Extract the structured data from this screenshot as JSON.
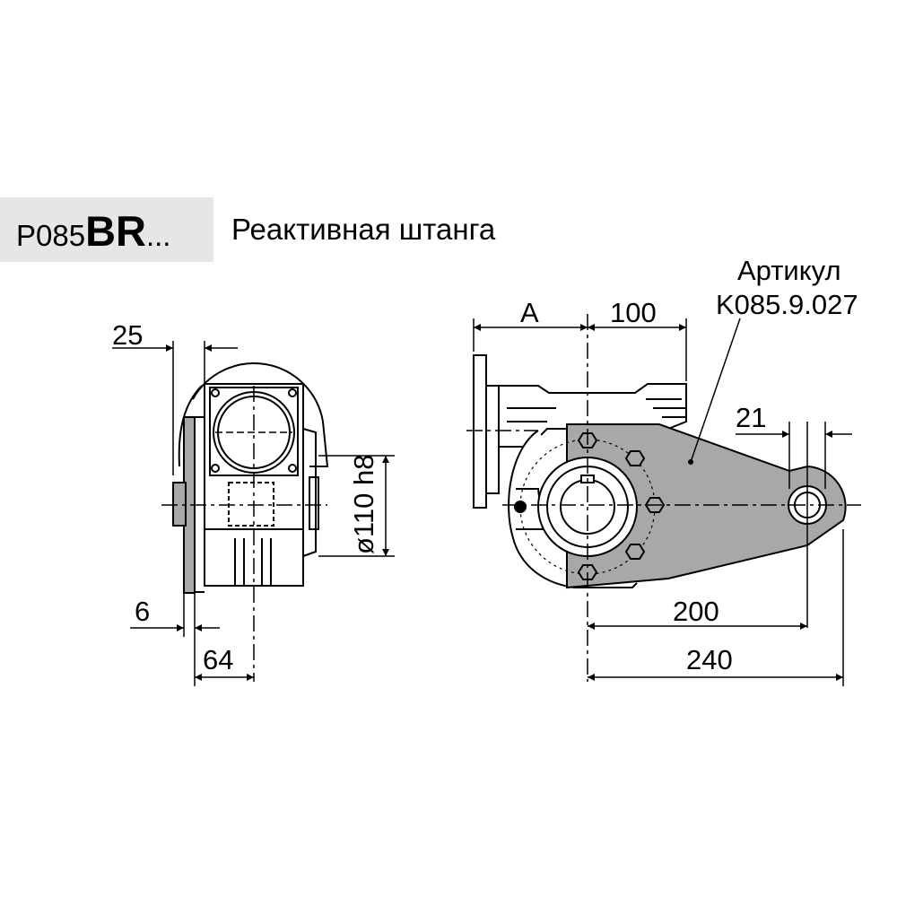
{
  "title": {
    "code_prefix": "P085",
    "code_bold": "BR",
    "code_suffix": "...",
    "description": "Реактивная штанга"
  },
  "article": {
    "label": "Артикул",
    "code": "K085.9.027"
  },
  "dimensions": {
    "left_width": "25",
    "left_flange": "6",
    "left_offset": "64",
    "diameter": "ø110 h8",
    "right_a": "A",
    "right_100": "100",
    "hole_21": "21",
    "arm_200": "200",
    "arm_240": "240"
  },
  "colors": {
    "arm_fill": "#a8a8a8",
    "background_box": "#e6e6e6",
    "line": "#000000"
  }
}
